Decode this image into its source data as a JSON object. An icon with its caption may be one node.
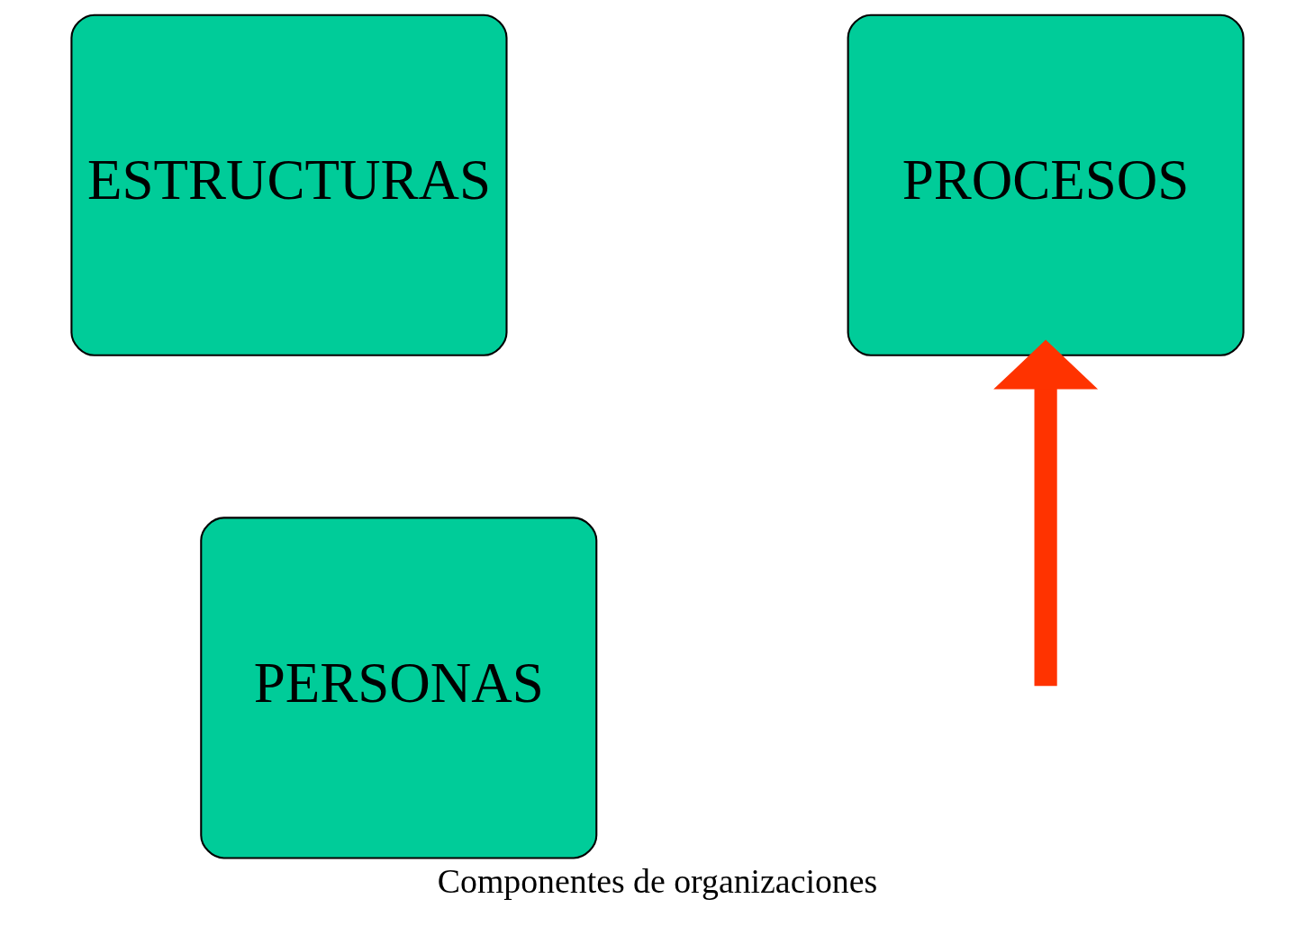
{
  "diagram": {
    "caption": "Componentes de organizaciones",
    "nodes": [
      {
        "text": [
          "ESTRUCTURAS"
        ]
      },
      {
        "text": [
          "PROCESOS"
        ]
      },
      {
        "text": [
          "PERSONAS"
        ]
      }
    ],
    "edges": [
      {
        "from": null,
        "to": 1,
        "arrow": "to",
        "color": "#ff3300"
      }
    ]
  }
}
